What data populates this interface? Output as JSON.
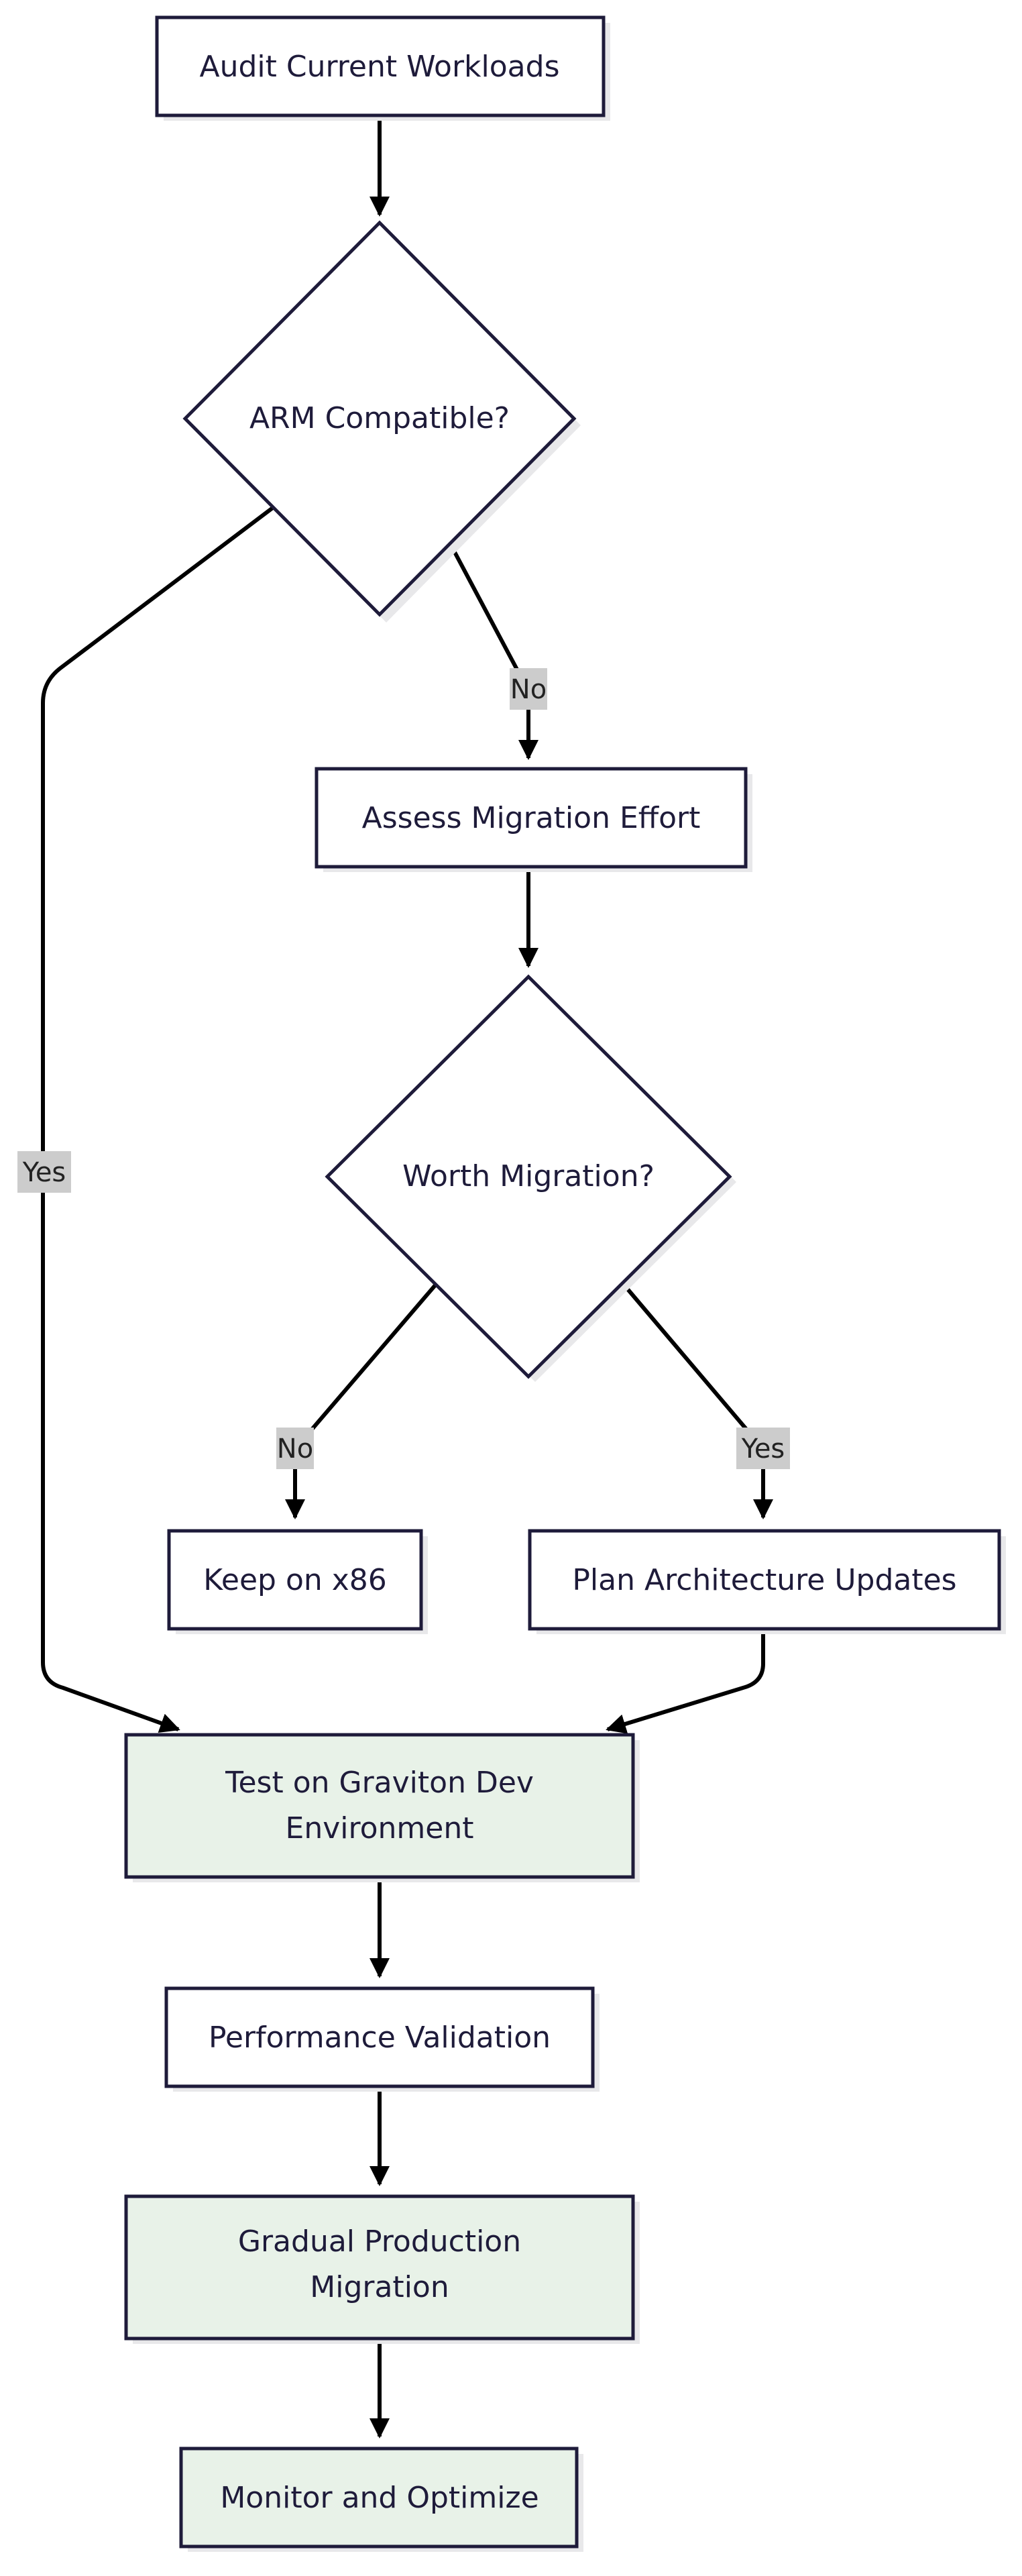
{
  "nodes": {
    "audit": "Audit Current Workloads",
    "arm": "ARM Compatible?",
    "assess": "Assess Migration Effort",
    "worth": "Worth Migration?",
    "keep": "Keep on x86",
    "plan": "Plan Architecture Updates",
    "test_line1": "Test on Graviton Dev",
    "test_line2": "Environment",
    "perf": "Performance Validation",
    "gradual_line1": "Gradual Production",
    "gradual_line2": "Migration",
    "monitor": "Monitor and Optimize"
  },
  "edges": {
    "arm_no": "No",
    "arm_yes": "Yes",
    "worth_no": "No",
    "worth_yes": "Yes"
  },
  "colors": {
    "node_fill": "#ffffff",
    "highlight_fill": "#e8f2e8",
    "stroke": "#1e1b3a",
    "edge": "#000000",
    "label_bg": "#cccccc",
    "shadow": "#e8e8ea"
  }
}
